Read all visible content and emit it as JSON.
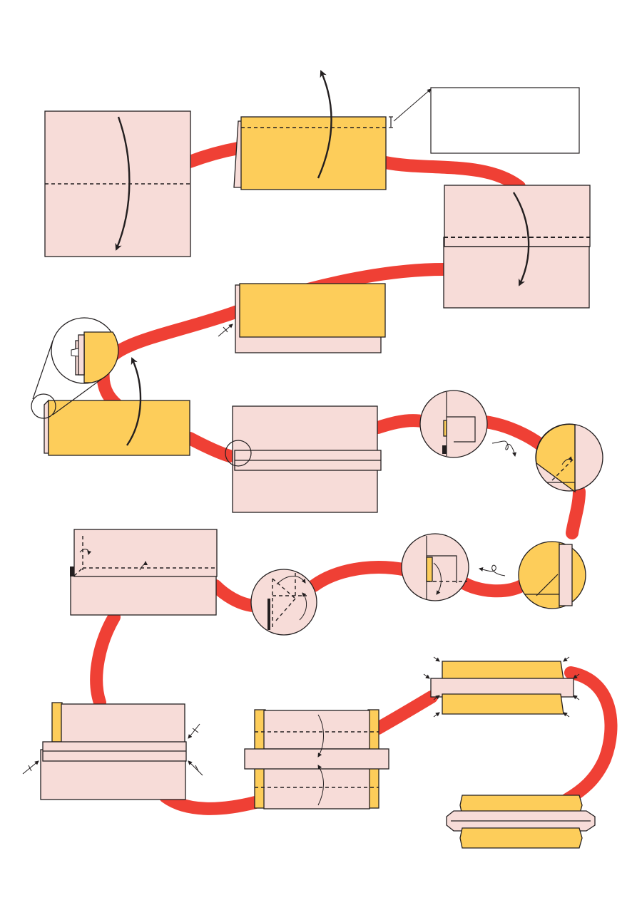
{
  "title": "",
  "palette": {
    "paper_back": "#F7DCD8",
    "paper_front": "#FDCD5A",
    "flow_path": "#EF4035",
    "ink": "#231F20"
  },
  "note_box": {
    "text": ""
  },
  "steps": [
    {
      "id": "step-1",
      "label": ""
    },
    {
      "id": "step-2",
      "label": ""
    },
    {
      "id": "step-3",
      "label": ""
    },
    {
      "id": "step-4",
      "label": ""
    },
    {
      "id": "step-5",
      "label": ""
    },
    {
      "id": "step-6",
      "label": ""
    },
    {
      "id": "step-7",
      "label": ""
    },
    {
      "id": "step-8",
      "label": ""
    },
    {
      "id": "step-9",
      "label": ""
    },
    {
      "id": "step-10",
      "label": ""
    },
    {
      "id": "step-11",
      "label": ""
    },
    {
      "id": "step-12",
      "label": ""
    },
    {
      "id": "step-13",
      "label": ""
    },
    {
      "id": "step-14",
      "label": ""
    },
    {
      "id": "step-15",
      "label": ""
    },
    {
      "id": "step-16",
      "label": ""
    },
    {
      "id": "step-17",
      "label": ""
    }
  ]
}
